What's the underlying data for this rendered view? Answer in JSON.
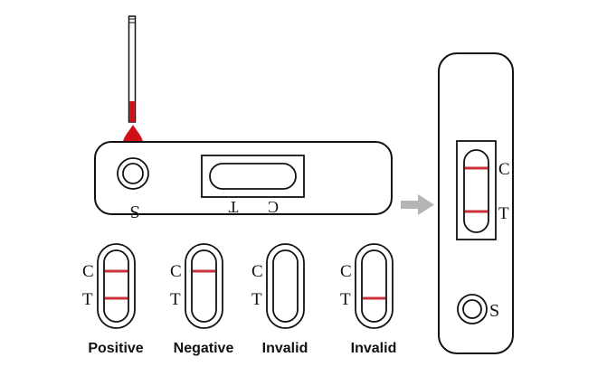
{
  "colors": {
    "outline": "#111111",
    "line": "#c8323c",
    "sample": "#d01018",
    "arrow": "#b5b5b5"
  },
  "icons": [
    "dropper-icon",
    "blood-drop-icon",
    "arrow-right-icon"
  ],
  "cassette_horizontal": {
    "sample_well_label": "S",
    "window_labels": [
      "T",
      "C"
    ]
  },
  "cassette_vertical": {
    "window_labels": [
      "C",
      "T"
    ],
    "sample_well_label": "S"
  },
  "results": [
    {
      "label": "Positive",
      "marker_c": "C",
      "marker_t": "T",
      "c_line": true,
      "t_line": true
    },
    {
      "label": "Negative",
      "marker_c": "C",
      "marker_t": "T",
      "c_line": true,
      "t_line": false
    },
    {
      "label": "Invalid",
      "marker_c": "C",
      "marker_t": "T",
      "c_line": false,
      "t_line": false
    },
    {
      "label": "Invalid",
      "marker_c": "C",
      "marker_t": "T",
      "c_line": false,
      "t_line": true
    }
  ]
}
